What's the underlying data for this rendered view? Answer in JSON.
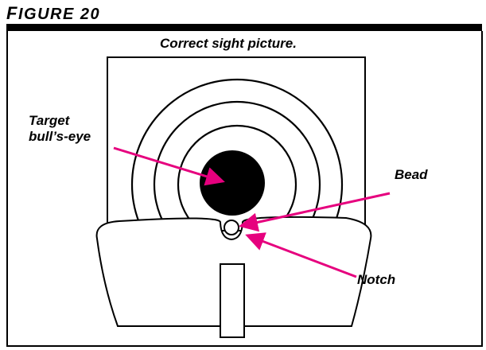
{
  "figure": {
    "title_initial": "F",
    "title_rest": "IGURE 20",
    "caption": "Correct sight picture."
  },
  "labels": {
    "target_line1": "Target",
    "target_line2": "bull’s-eye",
    "bead": "Bead",
    "notch": "Notch"
  },
  "colors": {
    "arrow": "#e6007e",
    "ink": "#000000"
  }
}
